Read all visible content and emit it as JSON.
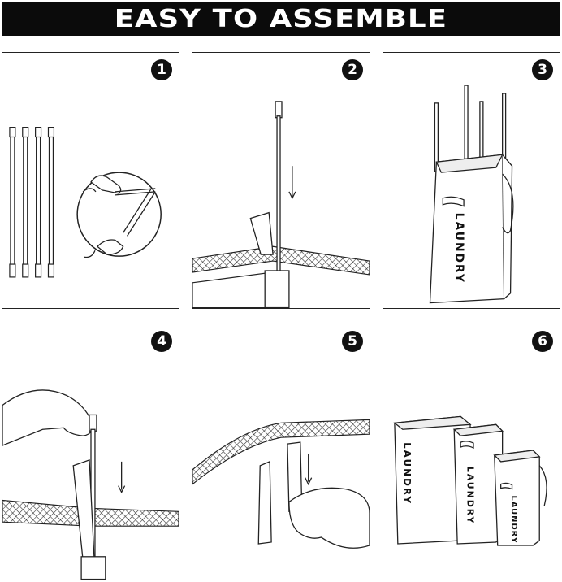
{
  "header": {
    "title": "EASY TO ASSEMBLE"
  },
  "steps": [
    {
      "number": "1"
    },
    {
      "number": "2"
    },
    {
      "number": "3",
      "label": "LAUNDRY"
    },
    {
      "number": "4"
    },
    {
      "number": "5"
    },
    {
      "number": "6",
      "labels": [
        "LAUNDRY",
        "LAUNDRY",
        "LAUNDRY"
      ]
    }
  ],
  "colors": {
    "header_bg": "#0b0b0b",
    "line": "#222222",
    "badge_bg": "#111111"
  }
}
